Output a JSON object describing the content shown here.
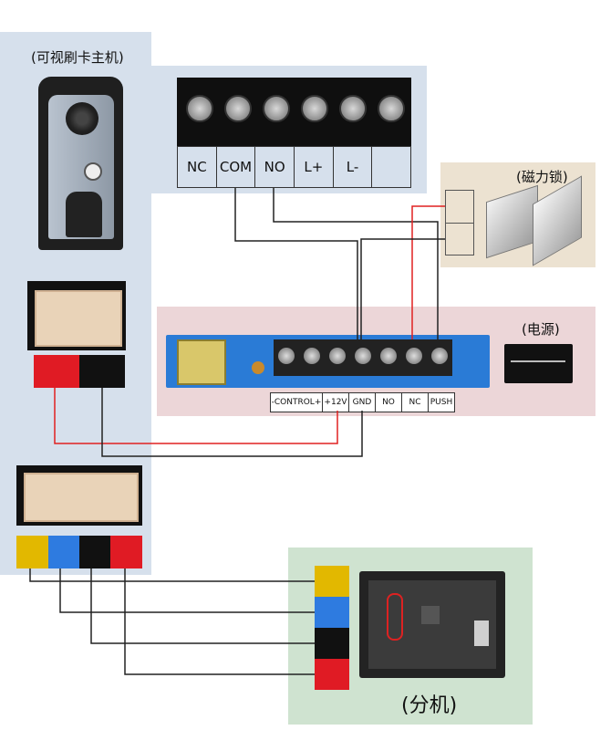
{
  "labels": {
    "main_unit": "(可视刷卡主机)",
    "magnetic_lock": "(磁力锁)",
    "power_supply": "(电源)",
    "extension": "(分机)"
  },
  "top_terminals": [
    "NC",
    "COM",
    "NO",
    "L+",
    "L-",
    ""
  ],
  "power_terminals": [
    "-CONTROL+",
    "+12V",
    "GND",
    "NO",
    "NC",
    "PUSH"
  ],
  "colors": {
    "wire_red": "#e02020",
    "wire_black": "#222222",
    "swatch_yellow": "#e2b800",
    "swatch_blue": "#2e7be0",
    "swatch_black": "#111111",
    "swatch_red": "#e01b24",
    "panel_blue": "#d6e0ec",
    "panel_beige": "#ece2d1",
    "panel_pink": "#ecd6d8",
    "panel_green": "#cfe3d0"
  },
  "icons": {
    "doorbell": "video-door-station",
    "lock": "magnetic-lock",
    "psu": "power-supply-unit",
    "monitor": "indoor-monitor"
  }
}
